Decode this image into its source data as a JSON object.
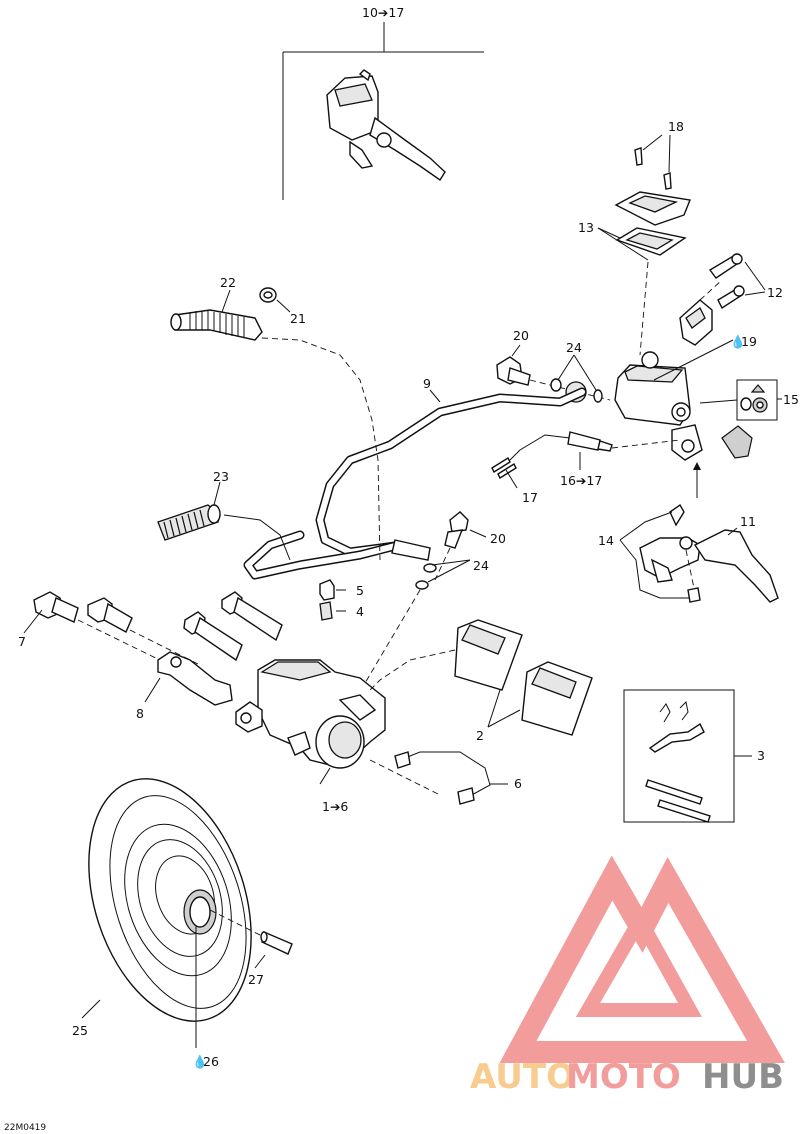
{
  "diagram": {
    "drawing_code": "22M0419",
    "callouts": [
      {
        "id": "c-10-17",
        "text": "10➔17"
      },
      {
        "id": "c-18",
        "text": "18"
      },
      {
        "id": "c-13",
        "text": "13"
      },
      {
        "id": "c-12",
        "text": "12"
      },
      {
        "id": "c-19",
        "text": "19"
      },
      {
        "id": "c-15",
        "text": "15"
      },
      {
        "id": "c-22",
        "text": "22"
      },
      {
        "id": "c-21",
        "text": "21"
      },
      {
        "id": "c-20a",
        "text": "20"
      },
      {
        "id": "c-24a",
        "text": "24"
      },
      {
        "id": "c-9",
        "text": "9"
      },
      {
        "id": "c-16-17",
        "text": "16➔17"
      },
      {
        "id": "c-17",
        "text": "17"
      },
      {
        "id": "c-23",
        "text": "23"
      },
      {
        "id": "c-20b",
        "text": "20"
      },
      {
        "id": "c-24b",
        "text": "24"
      },
      {
        "id": "c-11",
        "text": "11"
      },
      {
        "id": "c-14",
        "text": "14"
      },
      {
        "id": "c-5",
        "text": "5"
      },
      {
        "id": "c-4",
        "text": "4"
      },
      {
        "id": "c-7",
        "text": "7"
      },
      {
        "id": "c-8",
        "text": "8"
      },
      {
        "id": "c-2",
        "text": "2"
      },
      {
        "id": "c-3",
        "text": "3"
      },
      {
        "id": "c-6",
        "text": "6"
      },
      {
        "id": "c-1-6",
        "text": "1➔6"
      },
      {
        "id": "c-27",
        "text": "27"
      },
      {
        "id": "c-25",
        "text": "25"
      },
      {
        "id": "c-26",
        "text": "26"
      }
    ]
  },
  "watermark": {
    "part1": "AUTO",
    "part2": "MOTO",
    "part3": "HUB",
    "colors": {
      "light": "#f7c27c",
      "accent": "#f08b8b",
      "dark": "#7b7b7b"
    }
  }
}
